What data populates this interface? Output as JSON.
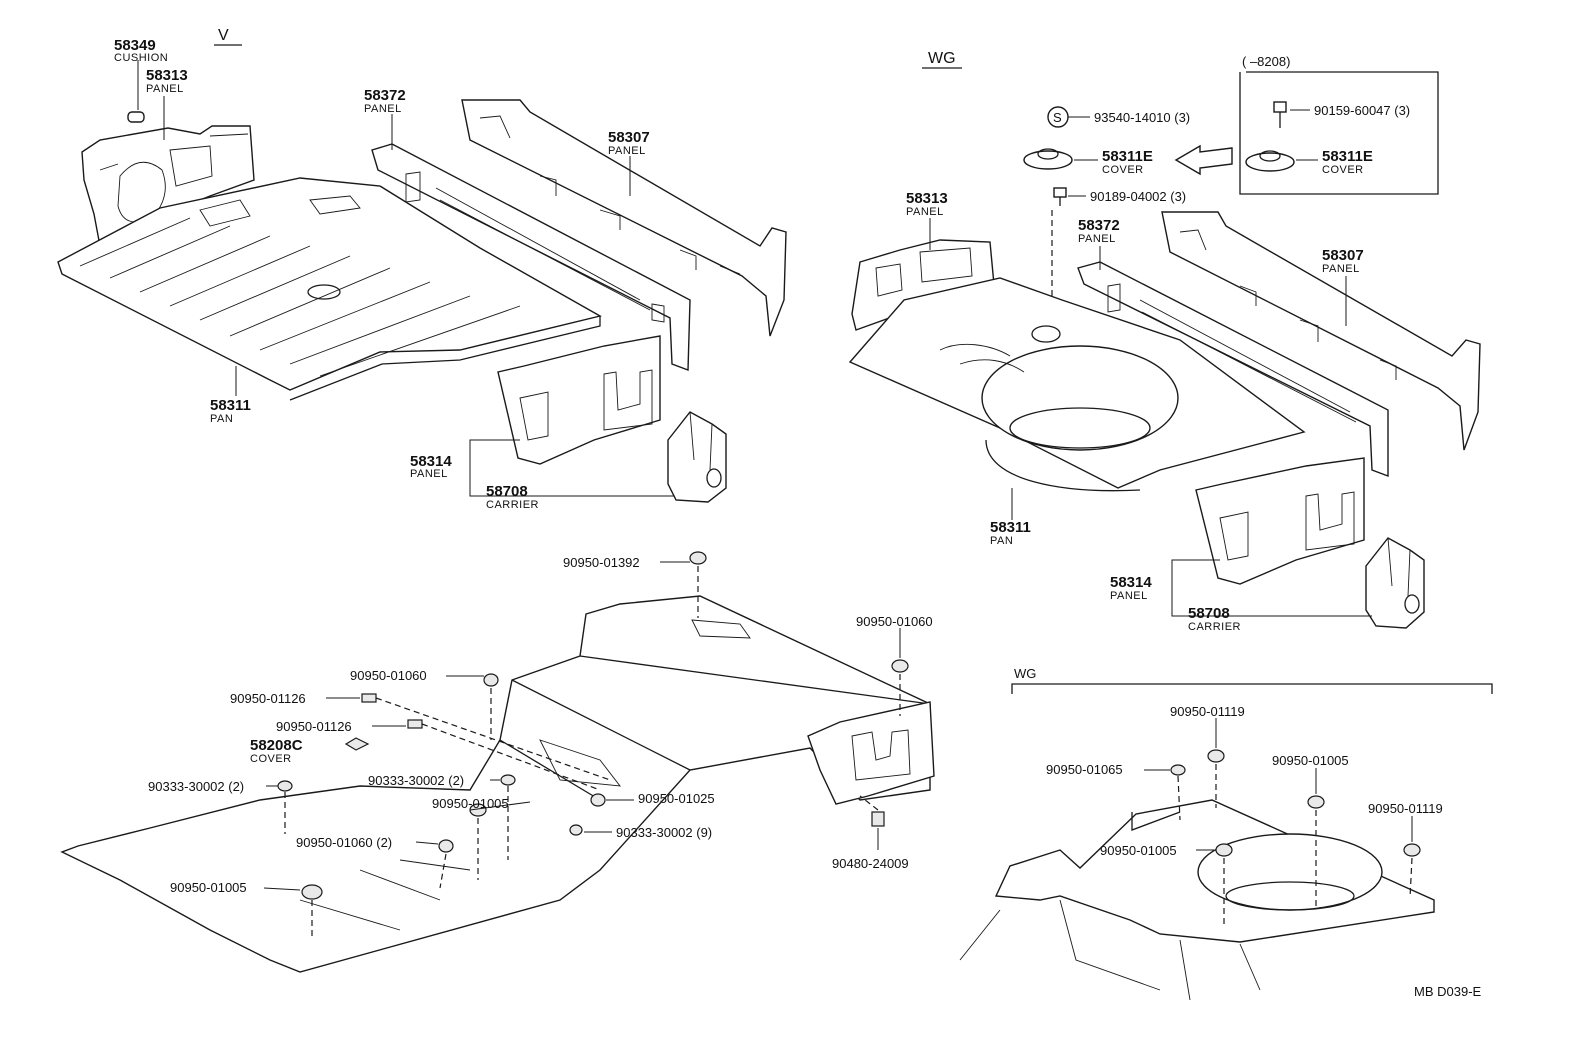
{
  "variants": {
    "v": "V",
    "wg_top": "WG",
    "wg_bottom": "WG",
    "range": "(      –8208)"
  },
  "top_left": {
    "cushion_58349": {
      "number": "58349",
      "name": "CUSHION"
    },
    "panel_58313": {
      "number": "58313",
      "name": "PANEL"
    },
    "panel_58372": {
      "number": "58372",
      "name": "PANEL"
    },
    "panel_58307": {
      "number": "58307",
      "name": "PANEL"
    },
    "pan_58311": {
      "number": "58311",
      "name": "PAN"
    },
    "panel_58314": {
      "number": "58314",
      "name": "PANEL"
    },
    "carrier_58708": {
      "number": "58708",
      "name": "CARRIER"
    }
  },
  "top_right": {
    "screw_93540": "93540-14010 (3)",
    "screw_marker": "S",
    "cover_58311e": {
      "number": "58311E",
      "name": "COVER"
    },
    "bolt_90189": "90189-04002 (3)",
    "bolt_90159": "90159-60047 (3)",
    "cover_58311e_alt": {
      "number": "58311E",
      "name": "COVER"
    },
    "panel_58313": {
      "number": "58313",
      "name": "PANEL"
    },
    "panel_58372": {
      "number": "58372",
      "name": "PANEL"
    },
    "panel_58307": {
      "number": "58307",
      "name": "PANEL"
    },
    "pan_58311": {
      "number": "58311",
      "name": "PAN"
    },
    "panel_58314": {
      "number": "58314",
      "name": "PANEL"
    },
    "carrier_58708": {
      "number": "58708",
      "name": "CARRIER"
    }
  },
  "bottom_left": {
    "plug_01392": "90950-01392",
    "plug_01060_a": "90950-01060",
    "plug_01060_b": "90950-01060",
    "bolt_01126_a": "90950-01126",
    "bolt_01126_b": "90950-01126",
    "cover_58208c": {
      "number": "58208C",
      "name": "COVER"
    },
    "plug_30002_a": "90333-30002 (2)",
    "plug_30002_b": "90333-30002 (2)",
    "plug_01005_a": "90950-01005",
    "plug_01025": "90950-01025",
    "plug_30002_c": "90333-30002 (9)",
    "plug_01060_c": "90950-01060 (2)",
    "plug_01005_b": "90950-01005",
    "plug_24009": "90480-24009"
  },
  "bottom_right": {
    "plug_01119_a": "90950-01119",
    "plug_01065": "90950-01065",
    "plug_01005_a": "90950-01005",
    "plug_01119_b": "90950-01119",
    "plug_01005_b": "90950-01005"
  },
  "footer": {
    "code": "MB  D039-E"
  }
}
